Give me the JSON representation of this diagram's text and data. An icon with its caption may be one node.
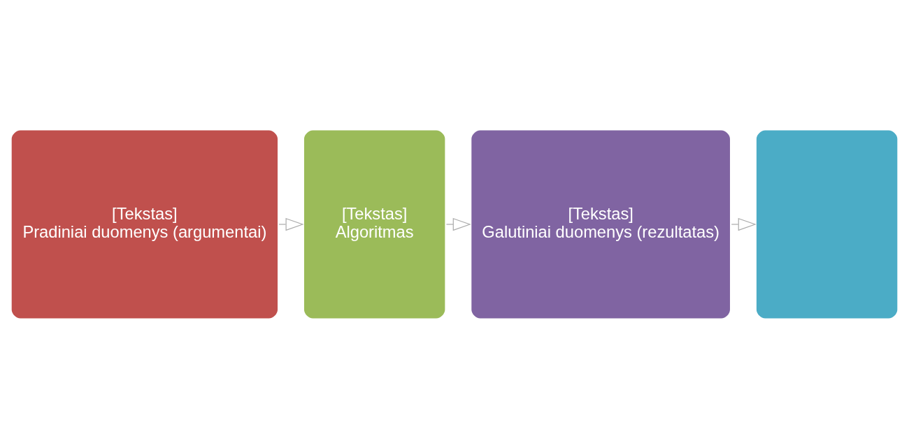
{
  "diagram": {
    "nodes": [
      {
        "text": [
          "[Tekstas]",
          "Pradiniai duomenys (argumentai)"
        ]
      },
      {
        "text": [
          "[Tekstas]",
          "Algoritmas"
        ]
      },
      {
        "text": [
          "[Tekstas]",
          "Galutiniai duomenys (rezultatas)"
        ]
      },
      {
        "text": [],
        "shape": "box"
      }
    ],
    "edges": [
      {
        "from": 0,
        "to": 1,
        "arrow": "to"
      },
      {
        "from": 1,
        "to": 2,
        "arrow": "to"
      },
      {
        "from": 2,
        "to": 3,
        "arrow": "to"
      }
    ]
  }
}
